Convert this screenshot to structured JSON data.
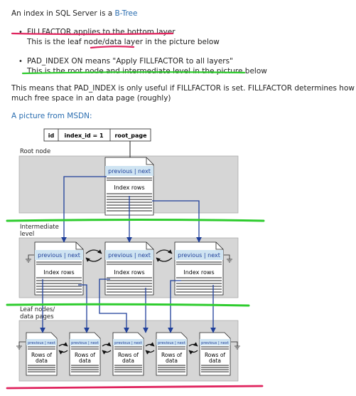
{
  "intro": {
    "prefix": "An index in SQL Server is a ",
    "link": "B-Tree"
  },
  "bullets": [
    {
      "line1": "FILLFACTOR applies to the bottom layer",
      "line2": "This is the leaf node/data layer in the picture below"
    },
    {
      "line1": "PAD_INDEX ON means \"Apply FILLFACTOR to all layers\"",
      "line2": "This is the root node and intermediate level in the picture below"
    }
  ],
  "paragraph": {
    "line1": "This means that PAD_INDEX is only useful if FILLFACTOR is set. FILLFACTOR determines how",
    "line2": "much free space in an data page (roughly)"
  },
  "picture_link": "A picture from MSDN:",
  "diagram": {
    "header_cells": [
      "id",
      "index_id = 1",
      "root_page"
    ],
    "levels": {
      "root": "Root node",
      "intermediate": [
        "Intermediate",
        "level"
      ],
      "leaf": [
        "Leaf nodes/",
        "data pages"
      ]
    },
    "page_nav": "previous | next",
    "index_rows": "Index rows",
    "rows_of_data": [
      "Rows of",
      "data"
    ]
  },
  "colors": {
    "link": "#2a6db0",
    "highlight_red": "#e0245e",
    "highlight_green": "#2ecc2e",
    "level_band": "#d6d6d6",
    "nav_bar": "#cfe4f2",
    "arrow": "#1f3f9a"
  }
}
